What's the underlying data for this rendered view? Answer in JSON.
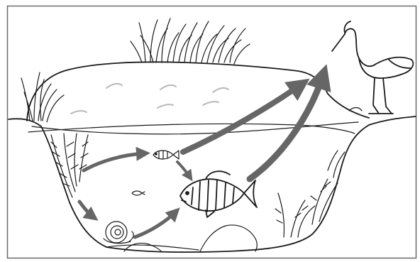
{
  "diagram": {
    "kind": "pond food web illustration",
    "text": [],
    "organisms": [
      {
        "id": "aquatic-plants",
        "icon": "aquatic-plant-icon"
      },
      {
        "id": "snail",
        "icon": "snail-icon"
      },
      {
        "id": "small-fish",
        "icon": "small-fish-icon"
      },
      {
        "id": "large-fish",
        "icon": "striped-fish-icon"
      },
      {
        "id": "heron",
        "icon": "heron-icon"
      },
      {
        "id": "reeds",
        "icon": "reed-grass-icon"
      }
    ],
    "energy_flow": [
      {
        "from": "aquatic-plants",
        "to": "snail"
      },
      {
        "from": "aquatic-plants",
        "to": "small-fish"
      },
      {
        "from": "snail",
        "to": "large-fish"
      },
      {
        "from": "small-fish",
        "to": "large-fish"
      },
      {
        "from": "small-fish",
        "to": "heron"
      },
      {
        "from": "large-fish",
        "to": "heron"
      }
    ],
    "colors": {
      "ink": "#1a1a1a",
      "arrow": "#666666",
      "water": "#ffffff"
    }
  }
}
